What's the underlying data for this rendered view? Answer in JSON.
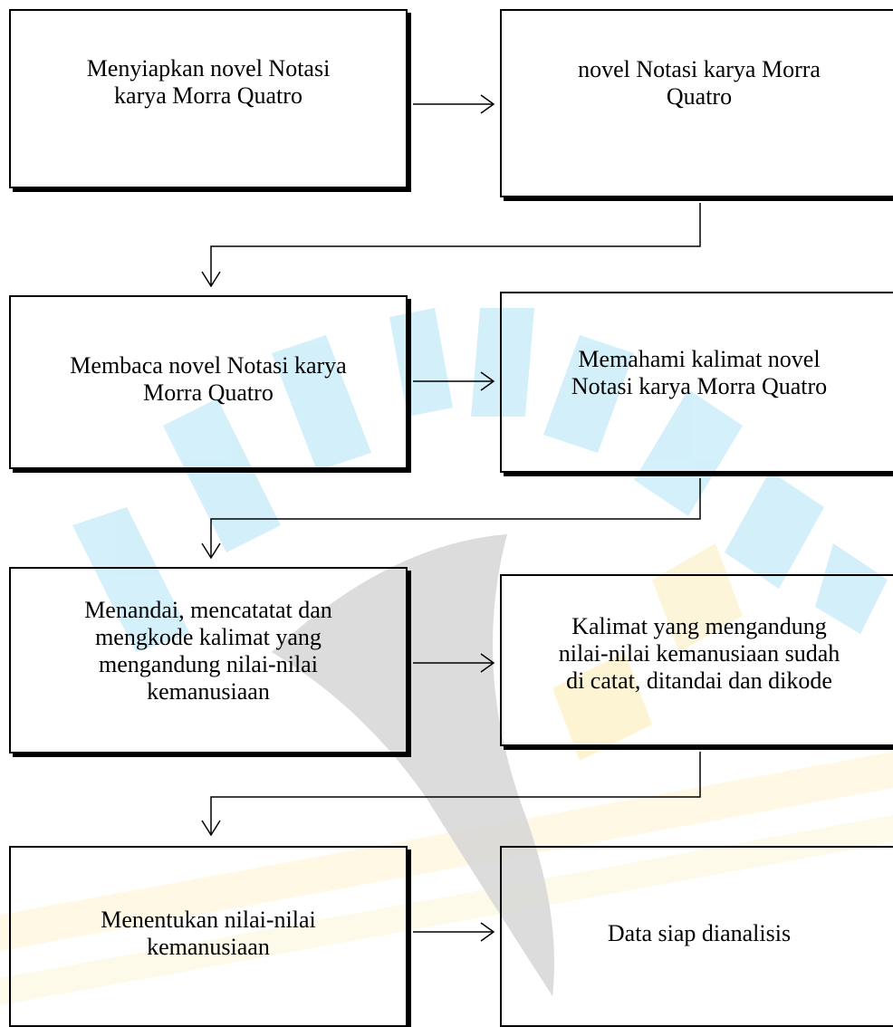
{
  "flowchart": {
    "steps": [
      {
        "text": "Menyiapkan novel Notasi\nkarya Morra Quatro"
      },
      {
        "text": "novel Notasi karya Morra\nQuatro"
      },
      {
        "text": "Membaca  novel Notasi karya\nMorra Quatro"
      },
      {
        "text": "Memahami kalimat novel\nNotasi karya Morra Quatro"
      },
      {
        "text": "Menandai, mencatatat dan\nmengkode kalimat yang\nmengandung nilai-nilai\nkemanusiaan"
      },
      {
        "text": "Kalimat yang mengandung\nnilai-nilai kemanusiaan sudah\ndi catat, ditandai dan dikode"
      },
      {
        "text": "Menentukan nilai-nilai\nkemanusiaan"
      },
      {
        "text": "Data siap dianalisis"
      }
    ]
  },
  "colors": {
    "border": "#000000",
    "watermark_blue": "#c8ecfa",
    "watermark_gray": "#d3d3d3",
    "watermark_yellow": "#fcefc0"
  }
}
